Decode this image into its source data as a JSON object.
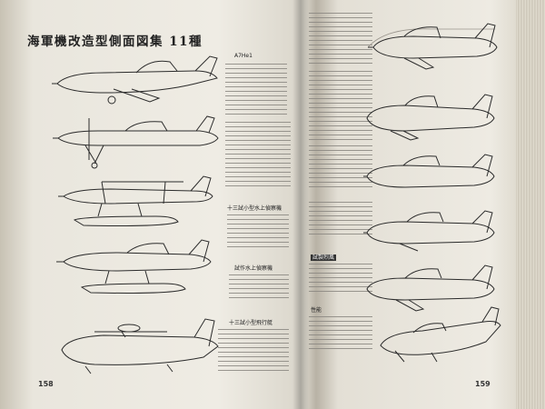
{
  "headline": "海軍機改造型側面図集 11種",
  "page_numbers": {
    "left": "158",
    "right": "159"
  },
  "labels": {
    "a7he1": "A7He1",
    "left_3": "十三試小型水上偵察機",
    "left_4": "試作水上偵察機",
    "left_5": "十三試小型飛行艇",
    "right_4": "試製烈風",
    "right_6": "性能"
  },
  "icons": {
    "aircraft": "aircraft-side-view-drawing"
  }
}
